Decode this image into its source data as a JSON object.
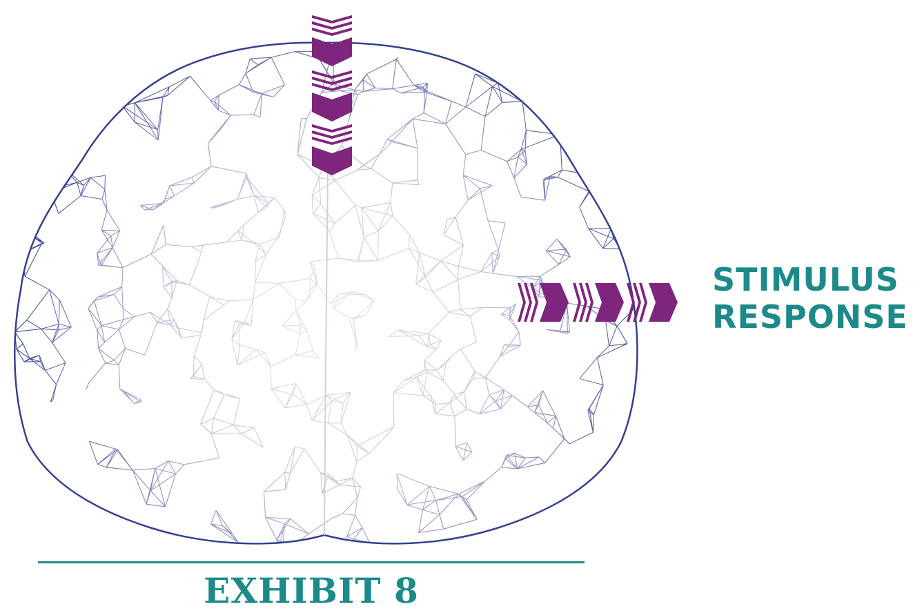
{
  "label": {
    "line1": "STIMULUS",
    "line2": "RESPONSE"
  },
  "caption": "EXHIBIT 8",
  "colors": {
    "teal": "#1d8a8a",
    "purple": "#7e267d",
    "mesh_outer": "#2e3a8c",
    "mesh_mid": "#8f8fc2",
    "mesh_inner": "#d9d9e2"
  },
  "icons": {
    "brain": "wireframe-brain-icon",
    "down_arrows": "chevron-down-icon",
    "right_arrows": "chevron-right-icon"
  }
}
